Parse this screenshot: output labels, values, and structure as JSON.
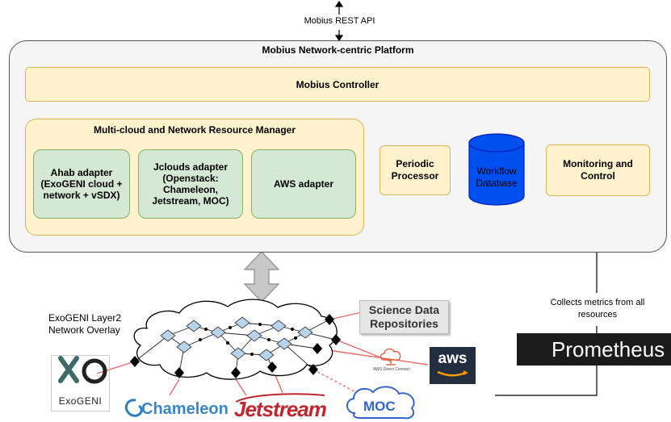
{
  "api": {
    "label": "Mobius REST API"
  },
  "platform": {
    "title": "Mobius Network-centric Platform"
  },
  "controller": {
    "label": "Mobius Controller"
  },
  "resource_manager": {
    "title": "Multi-cloud and Network Resource Manager"
  },
  "adapters": [
    {
      "label": "Ahab adapter (ExoGENI cloud + network + vSDX)"
    },
    {
      "label": "Jclouds adapter (Openstack: Chameleon, Jetstream, MOC)"
    },
    {
      "label": "AWS adapter"
    }
  ],
  "periodic": {
    "label": "Periodic Processor"
  },
  "database": {
    "label": "Workflow Database"
  },
  "monitoring": {
    "label": "Monitoring and Control"
  },
  "overlay": {
    "label": "ExoGENI Layer2 Network Overlay"
  },
  "science": {
    "label": "Science Data Repositories"
  },
  "metrics": {
    "label": "Collects metrics from all resources"
  },
  "logos": {
    "prometheus": "Prometheus",
    "exogeni": "ExoGENI",
    "chameleon": "Chameleon",
    "jetstream": "Jetstream",
    "moc": "MOC",
    "aws": "aws",
    "aws_dc": "AWS Direct Connect"
  },
  "colors": {
    "yellow_fill": "#fff2cc",
    "yellow_stroke": "#d6b656",
    "green_fill": "#d5e8d4",
    "green_stroke": "#82b366",
    "db_fill": "#0050ef",
    "link_red": "#ea6b66"
  }
}
